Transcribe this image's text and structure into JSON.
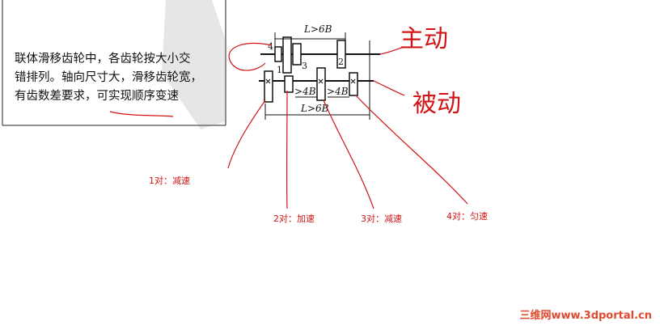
{
  "description_lines": [
    "联体滑移齿轮中，各齿轮按大小交",
    "错排列。轴向尺寸大，滑移齿轮宽，",
    "有齿数差要求，可实现顺序变速"
  ],
  "dimensions": {
    "top_span": "L>6B",
    "gap_a": ">4B",
    "gap_b": ">4B",
    "bottom_span": "L>6B"
  },
  "gear_numbers": [
    "4",
    "1",
    "3",
    "2"
  ],
  "handwritten": {
    "drive_shaft": "主动",
    "driven_shaft": "被动"
  },
  "pair_labels": [
    "1对：减速",
    "2对：加速",
    "3对：减速",
    "4对：匀速"
  ],
  "source_watermark": "三维网www.3dportal.cn",
  "colors": {
    "annotation": "#d21414",
    "line": "#111111",
    "watermark": "#e0492e"
  }
}
